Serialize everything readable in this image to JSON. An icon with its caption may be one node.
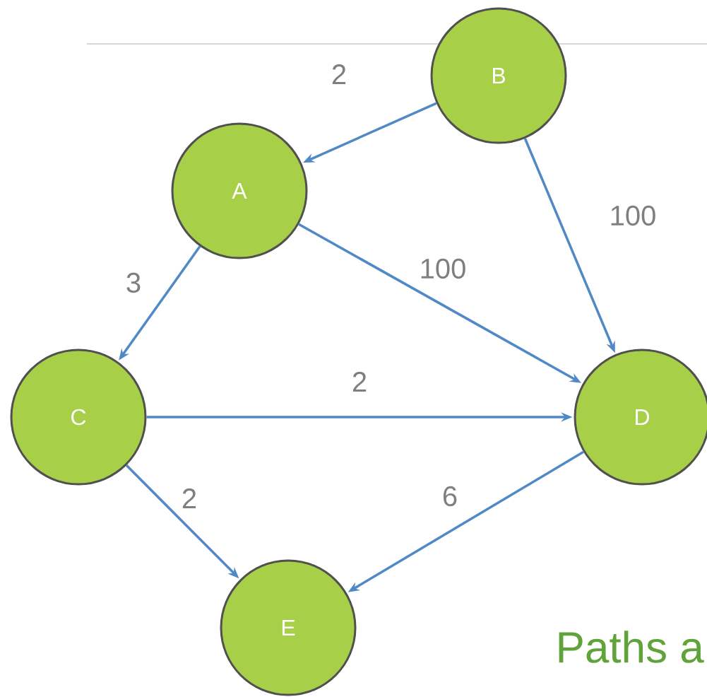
{
  "diagram": {
    "nodes": [
      {
        "text": [
          "B"
        ]
      },
      {
        "text": [
          "A"
        ]
      },
      {
        "text": [
          "C"
        ]
      },
      {
        "text": [
          "D"
        ]
      },
      {
        "text": [
          "E"
        ]
      }
    ],
    "edges": [
      {
        "from": 0,
        "to": 1,
        "arrow": "to",
        "label": "2"
      },
      {
        "from": 0,
        "to": 3,
        "arrow": "to",
        "label": "100"
      },
      {
        "from": 1,
        "to": 2,
        "arrow": "to",
        "label": "3"
      },
      {
        "from": 1,
        "to": 3,
        "arrow": "to",
        "label": "100"
      },
      {
        "from": 2,
        "to": 3,
        "arrow": "to",
        "label": "2"
      },
      {
        "from": 2,
        "to": 4,
        "arrow": "to",
        "label": "2"
      },
      {
        "from": 3,
        "to": 4,
        "arrow": "to",
        "label": "6"
      }
    ],
    "labels": [
      "Paths a"
    ]
  }
}
